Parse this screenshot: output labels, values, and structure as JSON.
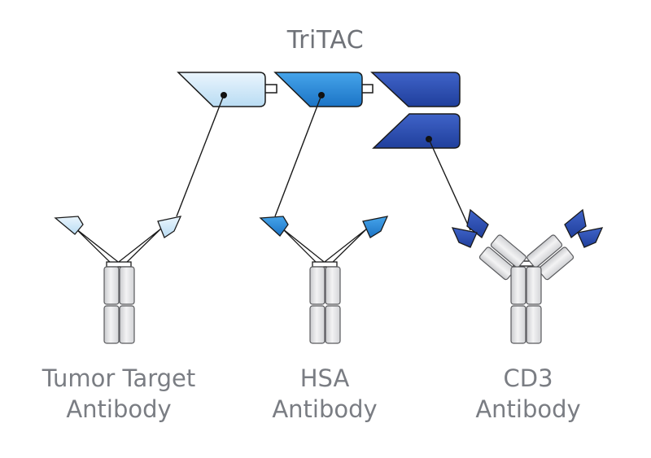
{
  "title": "TriTAC",
  "labels": {
    "tumor": {
      "line1": "Tumor Target",
      "line2": "Antibody"
    },
    "hsa": {
      "line1": "HSA",
      "line2": "Antibody"
    },
    "cd3": {
      "line1": "CD3",
      "line2": "Antibody"
    }
  },
  "colors": {
    "light_blue": "#cfe8f8",
    "mid_blue": "#2a8ad8",
    "dark_blue": "#2d4fb0",
    "constant_gray": "#e2e3e5",
    "outline": "#1a1a1a",
    "text": "#6f7278"
  }
}
